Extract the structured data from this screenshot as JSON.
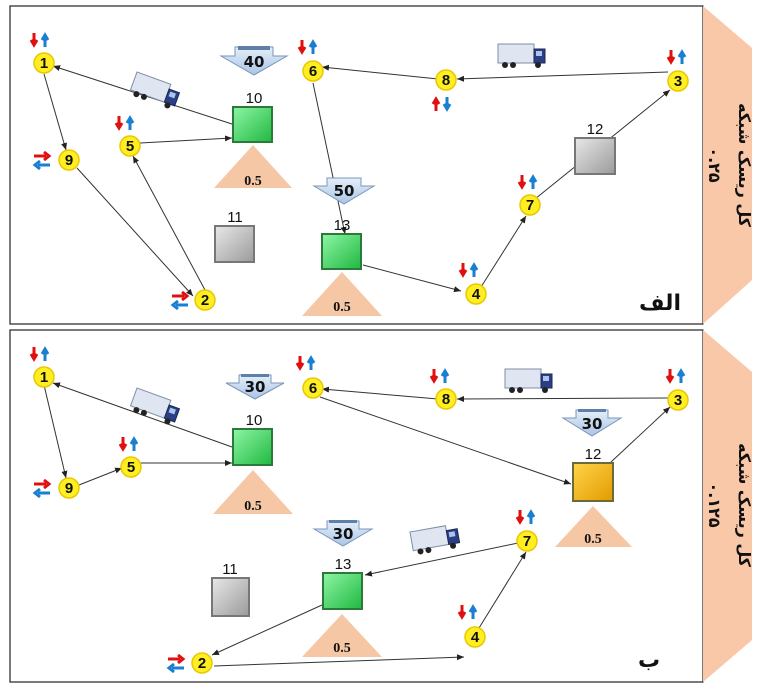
{
  "panels": [
    {
      "label": "الف",
      "side_title": "کل ریسک شبکه",
      "side_value": "۰.۲۵",
      "depots": [
        {
          "id": "10",
          "color": "#33dd55",
          "capacity": "40",
          "value": "0.5"
        },
        {
          "id": "13",
          "color": "#33dd55",
          "capacity": "50",
          "value": "0.5"
        },
        {
          "id": "11",
          "color": "#c8c8c8"
        },
        {
          "id": "12",
          "color": "#c8c8c8"
        }
      ],
      "nodes": [
        "1",
        "2",
        "3",
        "4",
        "5",
        "6",
        "7",
        "8",
        "9"
      ]
    },
    {
      "label": "ب",
      "side_title": "کل ریسک شبکه",
      "side_value": "۰.۱۲۵",
      "depots": [
        {
          "id": "10",
          "color": "#33dd55",
          "capacity": "30",
          "value": "0.5"
        },
        {
          "id": "12",
          "color": "#f5b400",
          "capacity": "30",
          "value": "0.5"
        },
        {
          "id": "13",
          "color": "#33dd55",
          "capacity": "30",
          "value": "0.5"
        },
        {
          "id": "11",
          "color": "#c8c8c8"
        }
      ],
      "nodes": [
        "1",
        "2",
        "3",
        "4",
        "5",
        "6",
        "7",
        "8",
        "9"
      ]
    }
  ],
  "colors": {
    "node_fill": "#ffee22",
    "arrow_red": "#e01010",
    "arrow_blue": "#1a7fd0",
    "triangle": "#f5c7a5",
    "cap_arrow": "#bcd3ec",
    "side_bg": "#f8c8a8"
  },
  "icons": {
    "truck": "truck-icon",
    "node": "node-circle",
    "depot": "depot-square"
  }
}
